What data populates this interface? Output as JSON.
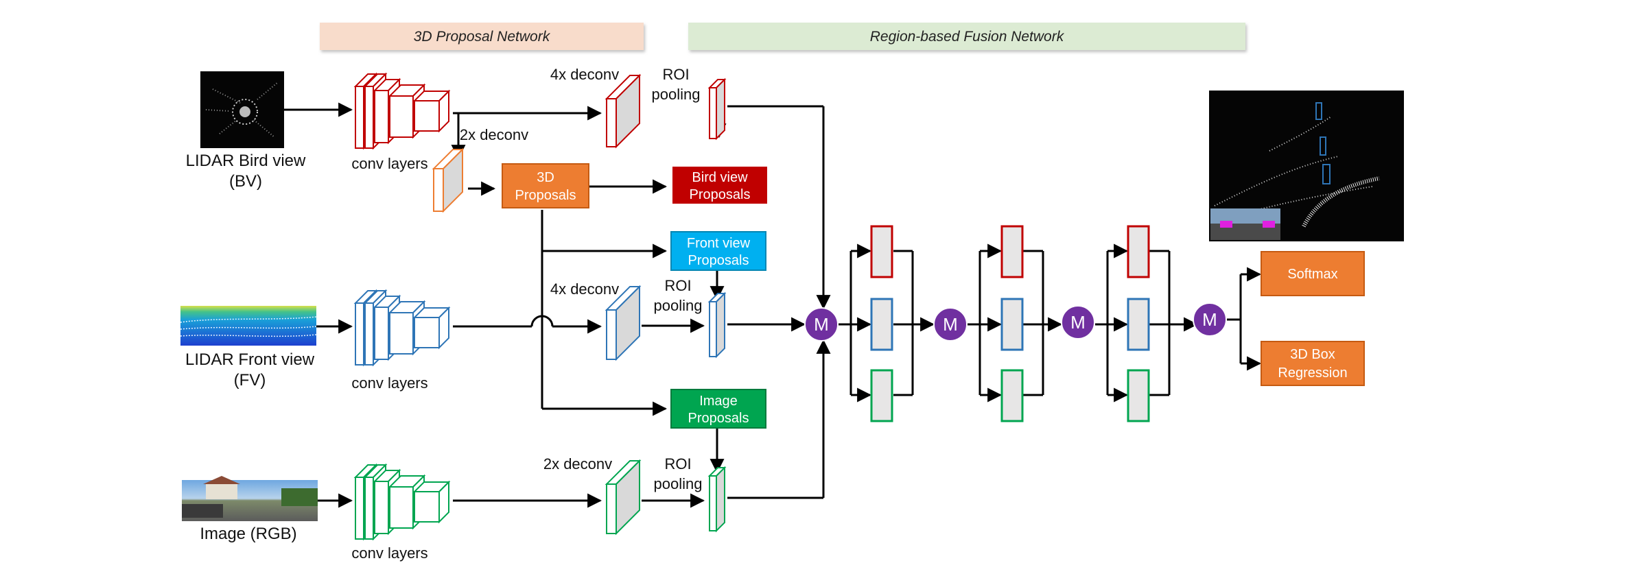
{
  "headers": {
    "proposal_network": "3D Proposal Network",
    "fusion_network": "Region-based Fusion Network"
  },
  "inputs": {
    "bird_view": [
      "LIDAR Bird view",
      "(BV)"
    ],
    "front_view": [
      "LIDAR Front view",
      "(FV)"
    ],
    "image": [
      "Image (RGB)"
    ]
  },
  "layer_labels": {
    "conv_layers": "conv layers",
    "deconv_4x": "4x deconv",
    "deconv_2x": "2x deconv",
    "roi_pooling": [
      "ROI",
      "pooling"
    ]
  },
  "proposals": {
    "proposals_3d": [
      "3D",
      "Proposals"
    ],
    "bird_view": [
      "Bird view",
      "Proposals"
    ],
    "front_view": [
      "Front view",
      "Proposals"
    ],
    "image": [
      "Image",
      "Proposals"
    ]
  },
  "merge_symbol": "M",
  "outputs": {
    "softmax": [
      "Softmax"
    ],
    "box_regression": [
      "3D Box",
      "Regression"
    ]
  },
  "colors": {
    "bv": "#c00000",
    "fv": "#2e75b6",
    "rgb": "#00a550",
    "orange": "#ed7d31",
    "cyan": "#00b0f0",
    "merge": "#7030a0",
    "header_peach": "#f8dccb",
    "header_green": "#dcebd3"
  }
}
